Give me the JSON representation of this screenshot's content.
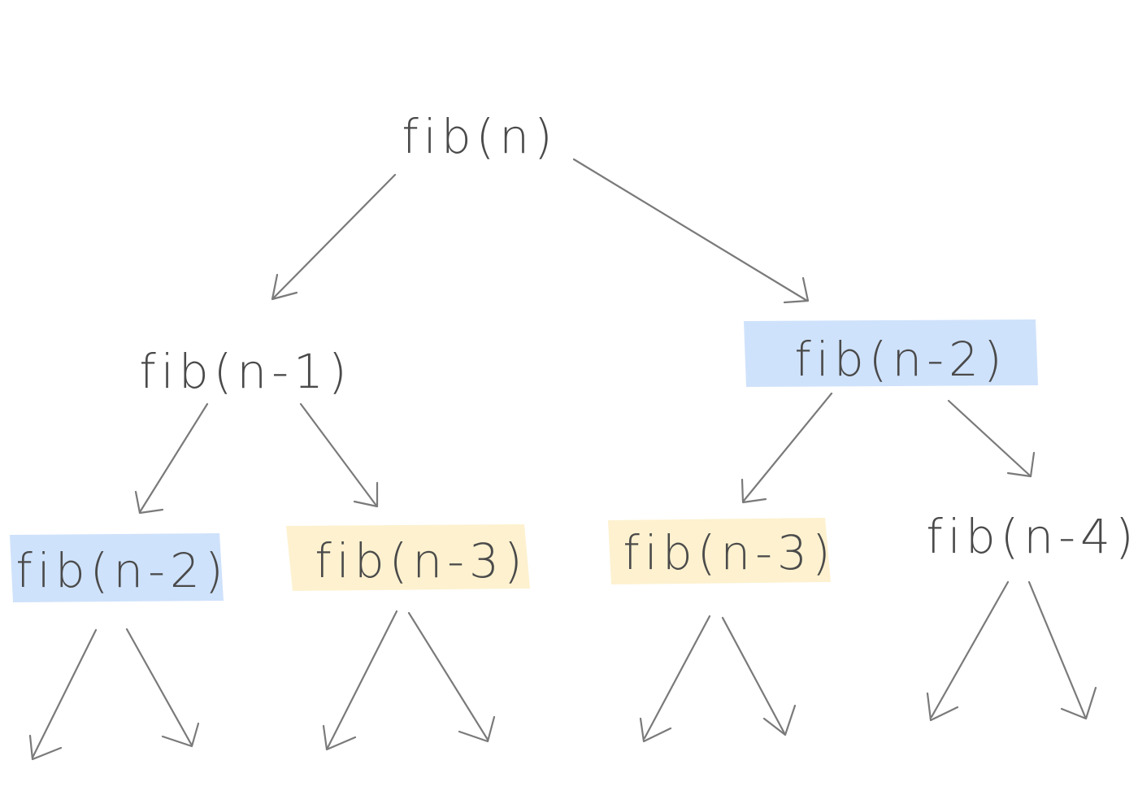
{
  "colors": {
    "duplicate_n2": "#cfe2fb",
    "duplicate_n3": "#fdf1cf",
    "stroke": "#7a7a7a",
    "text": "#4a4a4a"
  },
  "nodes": [
    {
      "id": "root",
      "label": "fib(n)"
    },
    {
      "id": "n1",
      "label": "fib(n-1)"
    },
    {
      "id": "n2_right",
      "label": "fib(n-2)",
      "highlight": "duplicate_n2"
    },
    {
      "id": "n2_left",
      "label": "fib(n-2)",
      "highlight": "duplicate_n2"
    },
    {
      "id": "n3_left",
      "label": "fib(n-3)",
      "highlight": "duplicate_n3"
    },
    {
      "id": "n3_right",
      "label": "fib(n-3)",
      "highlight": "duplicate_n3"
    },
    {
      "id": "n4",
      "label": "fib(n-4)"
    }
  ],
  "edges": [
    {
      "from": "root",
      "to": "n1"
    },
    {
      "from": "root",
      "to": "n2_right"
    },
    {
      "from": "n1",
      "to": "n2_left"
    },
    {
      "from": "n1",
      "to": "n3_left"
    },
    {
      "from": "n2_right",
      "to": "n3_right"
    },
    {
      "from": "n2_right",
      "to": "n4"
    },
    {
      "from": "n2_left",
      "to": null
    },
    {
      "from": "n2_left",
      "to": null
    },
    {
      "from": "n3_left",
      "to": null
    },
    {
      "from": "n3_left",
      "to": null
    },
    {
      "from": "n3_right",
      "to": null
    },
    {
      "from": "n3_right",
      "to": null
    },
    {
      "from": "n4",
      "to": null
    },
    {
      "from": "n4",
      "to": null
    }
  ]
}
